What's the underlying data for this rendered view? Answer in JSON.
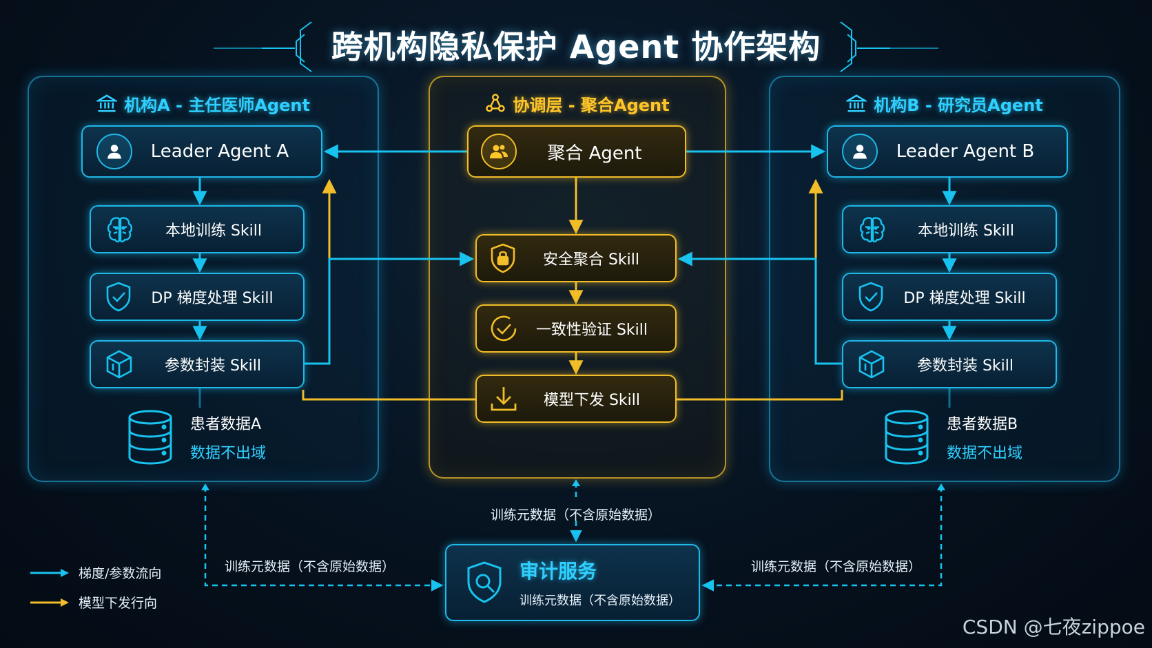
{
  "title": "跨机构隐私保护 Agent 协作架构",
  "panels": {
    "left": {
      "title": "机构A - 主任医师Agent",
      "leader": "Leader Agent A",
      "skills": [
        "本地训练 Skill",
        "DP 梯度处理 Skill",
        "参数封装 Skill"
      ],
      "patient_name": "患者数据A",
      "patient_note": "数据不出域"
    },
    "center": {
      "title": "协调层 - 聚合Agent",
      "agent": "聚合 Agent",
      "skills": [
        "安全聚合 Skill",
        "一致性验证 Skill",
        "模型下发 Skill"
      ]
    },
    "right": {
      "title": "机构B - 研究员Agent",
      "leader": "Leader Agent B",
      "skills": [
        "本地训练 Skill",
        "DP 梯度处理 Skill",
        "参数封装 Skill"
      ],
      "patient_name": "患者数据B",
      "patient_note": "数据不出域"
    }
  },
  "audit": {
    "title": "审计服务",
    "subtitle": "训练元数据（不含原始数据）"
  },
  "flow_labels": {
    "top": "训练元数据（不含原始数据）",
    "left": "训练元数据（不含原始数据）",
    "right": "训练元数据（不含原始数据）"
  },
  "legend": [
    {
      "label": "梯度/参数流向",
      "color": "#18c3f0"
    },
    {
      "label": "模型下发行向",
      "color": "#f2bd28"
    }
  ],
  "colors": {
    "cyan": "#18c3f0",
    "gold": "#f2bd28"
  },
  "watermark": "CSDN @七夜zippoe"
}
